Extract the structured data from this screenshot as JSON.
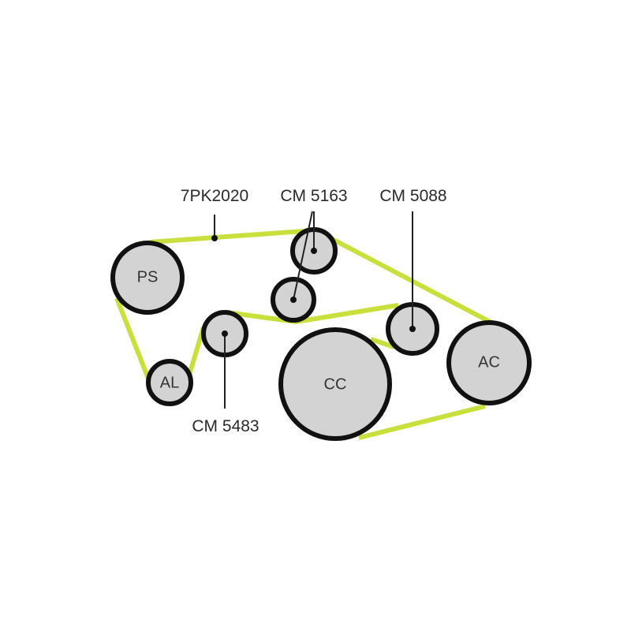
{
  "belt": {
    "part_number": "7PK2020",
    "color": "#c9e03c"
  },
  "pulleys": [
    {
      "id": "ps",
      "label": "PS"
    },
    {
      "id": "al",
      "label": "AL"
    },
    {
      "id": "cc",
      "label": "CC"
    },
    {
      "id": "ac",
      "label": "AC"
    }
  ],
  "idlers": [
    {
      "id": "cm5483",
      "label": "CM 5483"
    },
    {
      "id": "cm5163",
      "label": "CM 5163"
    },
    {
      "id": "cm5088",
      "label": "CM 5088"
    }
  ],
  "colors": {
    "pulley_fill": "#d3d3d3",
    "outline": "#111111"
  }
}
